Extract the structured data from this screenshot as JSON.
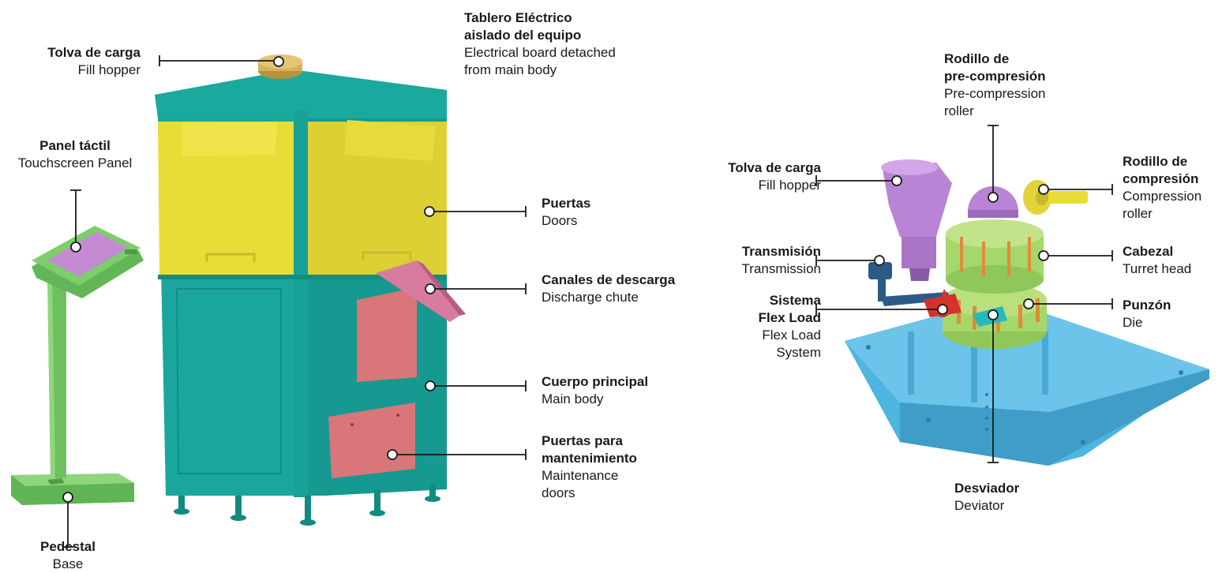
{
  "colors": {
    "teal": "#17a59c",
    "yellow": "#e9dc37",
    "salmon": "#d9767a",
    "green": "#77c768",
    "lime": "#a5d76a",
    "purple": "#b984d6",
    "blue": "#4eb4e0",
    "red": "#d4322c",
    "pink": "#d77ba0",
    "wood": "#d6b25c",
    "line": "#1a1a1a"
  },
  "left": {
    "fill_hopper": {
      "es": "Tolva de carga",
      "en": "Fill hopper"
    },
    "electrical_board": {
      "es1": "Tablero Eléctrico",
      "es2": "aislado del equipo",
      "en1": "Electrical board detached",
      "en2": "from main body"
    },
    "touch_panel": {
      "es": "Panel táctil",
      "en": "Touchscreen Panel"
    },
    "doors": {
      "es": "Puertas",
      "en": "Doors"
    },
    "discharge_chute": {
      "es": "Canales de descarga",
      "en": "Discharge chute"
    },
    "main_body": {
      "es": "Cuerpo principal",
      "en": "Main body"
    },
    "maintenance_doors": {
      "es1": "Puertas para",
      "es2": "mantenimiento",
      "en1": "Maintenance",
      "en2": "doors"
    },
    "base": {
      "es": "Pedestal",
      "en": "Base"
    }
  },
  "right": {
    "precompression_roller": {
      "es1": "Rodillo de",
      "es2": "pre-compresión",
      "en1": "Pre-compression",
      "en2": "roller"
    },
    "fill_hopper": {
      "es": "Tolva de carga",
      "en": "Fill hopper"
    },
    "compression_roller": {
      "es1": "Rodillo de",
      "es2": "compresión",
      "en1": "Compression",
      "en2": "roller"
    },
    "transmission": {
      "es": "Transmisión",
      "en": "Transmission"
    },
    "turret_head": {
      "es": "Cabezal",
      "en": "Turret head"
    },
    "flex_load": {
      "es1": "Sistema",
      "es2": "Flex Load",
      "en1": "Flex Load",
      "en2": "System"
    },
    "die": {
      "es": "Punzón",
      "en": "Die"
    },
    "deviator": {
      "es": "Desviador",
      "en": "Deviator"
    }
  }
}
